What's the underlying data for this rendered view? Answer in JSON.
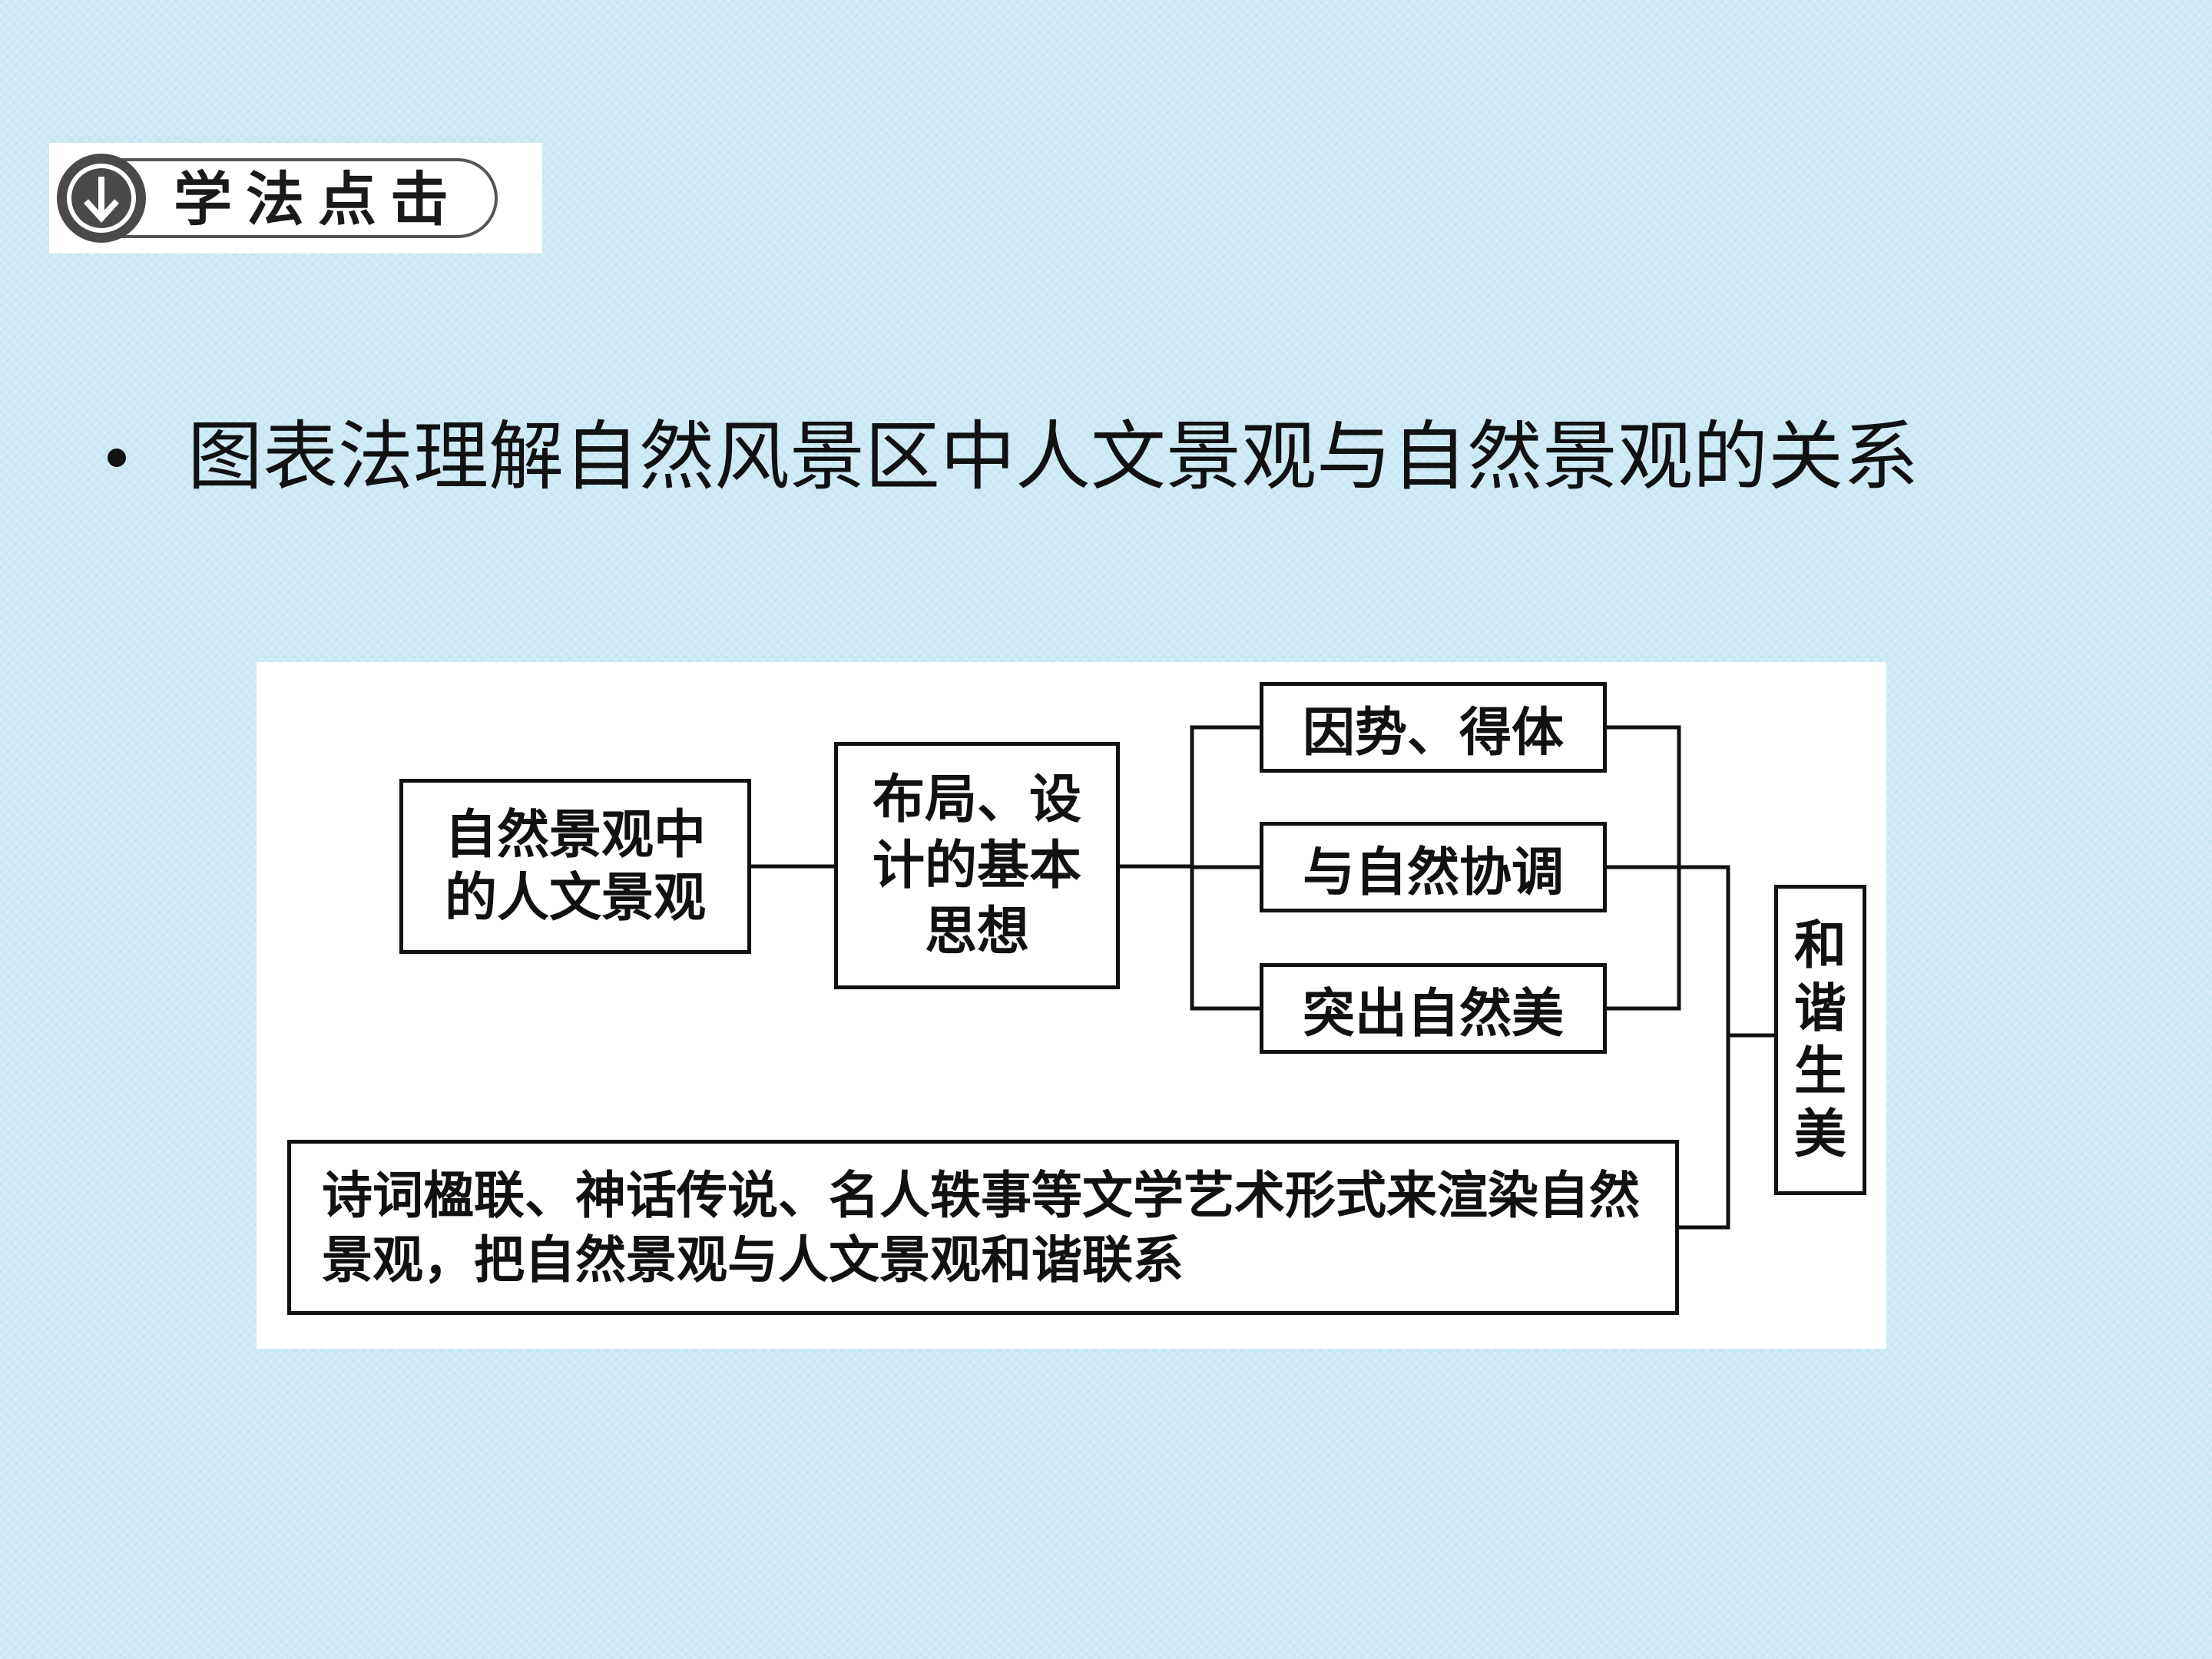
{
  "header": {
    "badge_icon": "download-arrow-icon",
    "badge_label": "学法点击"
  },
  "bullet": {
    "text": "图表法理解自然风景区中人文景观与自然景观的关系"
  },
  "diagram": {
    "nodes": {
      "natural_human": "自然景观中的人文景观",
      "layout_idea": "布局、设计的基本思想",
      "principle_1": "因势、得体",
      "principle_2": "与自然协调",
      "principle_3": "突出自然美",
      "literature": "诗词楹联、神话传说、名人轶事等文学艺术形式来渲染自然景观，把自然景观与人文景观和谐联系",
      "harmony": "和谐生美"
    },
    "edges": [
      [
        "natural_human",
        "layout_idea"
      ],
      [
        "layout_idea",
        "principle_1"
      ],
      [
        "layout_idea",
        "principle_2"
      ],
      [
        "layout_idea",
        "principle_3"
      ],
      [
        "principle_1",
        "harmony"
      ],
      [
        "principle_2",
        "harmony"
      ],
      [
        "principle_3",
        "harmony"
      ],
      [
        "literature",
        "harmony"
      ]
    ]
  },
  "colors": {
    "background": "#cde9f3",
    "panel": "#ffffff",
    "line": "#111111",
    "badge_dark": "#4a4a4a"
  }
}
